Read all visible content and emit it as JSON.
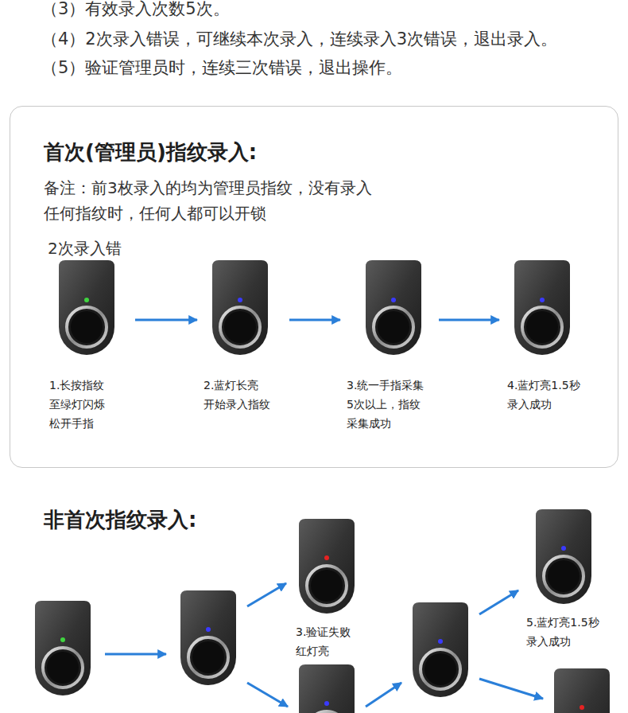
{
  "diagram": {
    "nodes": [
      {
        "text": [
          "首次(管理员)指纹录入:",
          "备注：前3枚录入的均为管理员指纹，没有录入 任何指纹时，任何人都可以开锁"
        ]
      },
      {
        "text": [
          "1.长按指纹 至绿灯闪烁 松开手指"
        ],
        "in": 0
      },
      {
        "text": [
          "2.蓝灯长亮 开始录入指纹"
        ],
        "in": 0
      },
      {
        "text": [
          "3.统一手指采集 5次以上，指纹 采集成功"
        ],
        "in": 0
      },
      {
        "text": [
          "4.蓝灯亮1.5秒 录入成功"
        ],
        "in": 0
      },
      {
        "text": []
      },
      {
        "text": []
      },
      {
        "text": [
          "3.验证失败 红灯亮"
        ]
      },
      {
        "text": []
      },
      {
        "text": []
      },
      {
        "text": [
          "5.蓝灯亮1.5秒 录入成功"
        ]
      },
      {
        "text": []
      }
    ],
    "edges": [
      {
        "from": 1,
        "to": 2,
        "arrow": "to"
      },
      {
        "from": 2,
        "to": 3,
        "arrow": "to"
      },
      {
        "from": 3,
        "to": 4,
        "arrow": "to"
      },
      {
        "from": 5,
        "to": 6,
        "arrow": "to"
      },
      {
        "from": 6,
        "to": 7,
        "arrow": "to"
      },
      {
        "from": 6,
        "to": 8,
        "arrow": "to"
      },
      {
        "from": 8,
        "to": 9,
        "arrow": "to"
      },
      {
        "from": 9,
        "to": 10,
        "arrow": "to"
      },
      {
        "from": 9,
        "to": 11,
        "arrow": "to"
      }
    ],
    "labels": [
      "（3）有效录入次数5次。",
      "（4）2次录入错误，可继续本次录入，连续录入3次错误，退出录入。",
      "（5）验证管理员时，连续三次错误，退出操作。",
      "2次录入错",
      "非首次指纹录入:"
    ]
  }
}
